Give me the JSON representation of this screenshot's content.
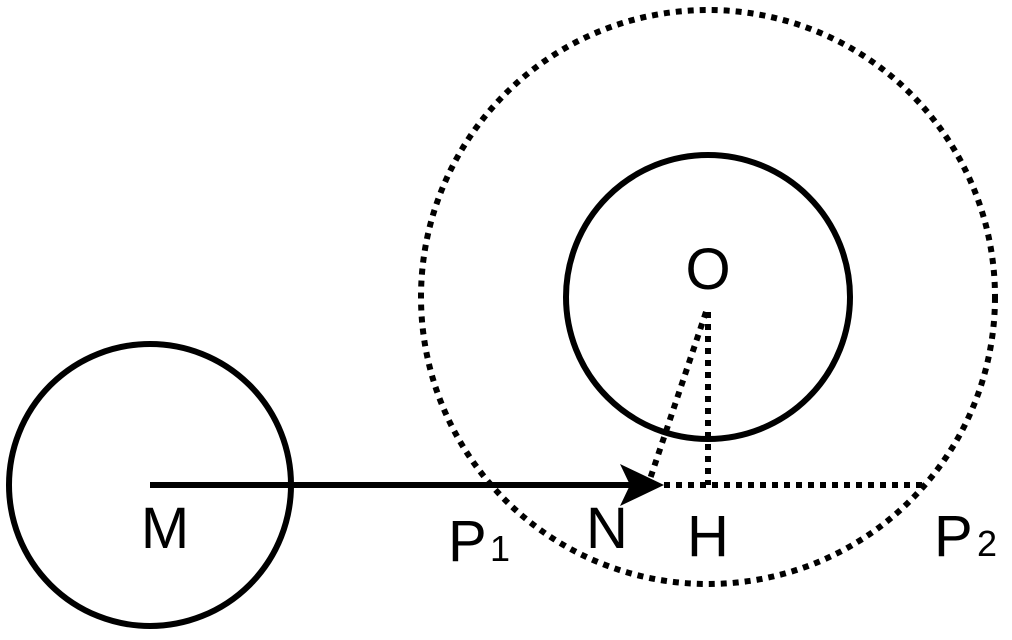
{
  "labels": {
    "M": "M",
    "O": "O",
    "N": "N",
    "H": "H",
    "P1_main": "P",
    "P1_sub": "1",
    "P2_main": "P",
    "P2_sub": "2"
  }
}
